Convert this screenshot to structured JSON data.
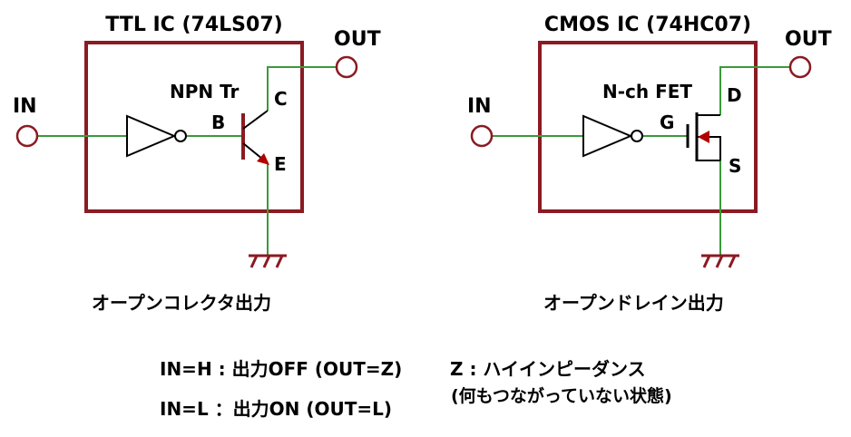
{
  "colors": {
    "box": "#8b1a22",
    "wire": "#3a9a3a",
    "component": "#000000",
    "arrow": "#b00000",
    "background": "#ffffff"
  },
  "ttl": {
    "title": "TTL IC (74LS07)",
    "in_label": "IN",
    "out_label": "OUT",
    "device_label": "NPN Tr",
    "base_label": "B",
    "collector_label": "C",
    "emitter_label": "E",
    "caption": "オープンコレクタ出力"
  },
  "cmos": {
    "title": "CMOS IC (74HC07)",
    "in_label": "IN",
    "out_label": "OUT",
    "device_label": "N-ch FET",
    "gate_label": "G",
    "drain_label": "D",
    "source_label": "S",
    "caption": "オープンドレイン出力"
  },
  "notes": {
    "line1": "IN=H : 出力OFF (OUT=Z)",
    "z_note": "Z : ハイインピーダンス",
    "z_detail": "(何もつながっていない状態)",
    "line2": "IN=L ：出力ON  (OUT=L)"
  }
}
